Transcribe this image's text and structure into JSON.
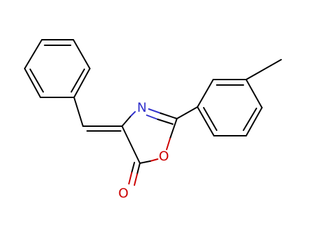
{
  "molecule": {
    "atoms": {
      "nitrogen": {
        "symbol": "N",
        "color": "#3333cc"
      },
      "ring_oxygen": {
        "symbol": "O",
        "color": "#cc0000"
      },
      "carbonyl_oxygen": {
        "symbol": "O",
        "color": "#cc0000"
      }
    },
    "bond_color": "#000000"
  }
}
